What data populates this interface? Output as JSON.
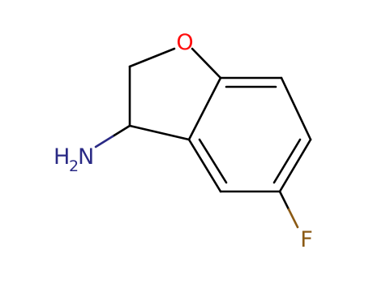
{
  "molecule": {
    "atoms": {
      "oxygen": "O",
      "fluorine": "F",
      "amine_h": "H",
      "amine_subscript": "2",
      "amine_n": "N"
    },
    "colors": {
      "bond": "#000000",
      "oxygen": "#ff0d0d",
      "fluorine": "#8b5a14",
      "nitrogen": "#2a2a85"
    }
  }
}
